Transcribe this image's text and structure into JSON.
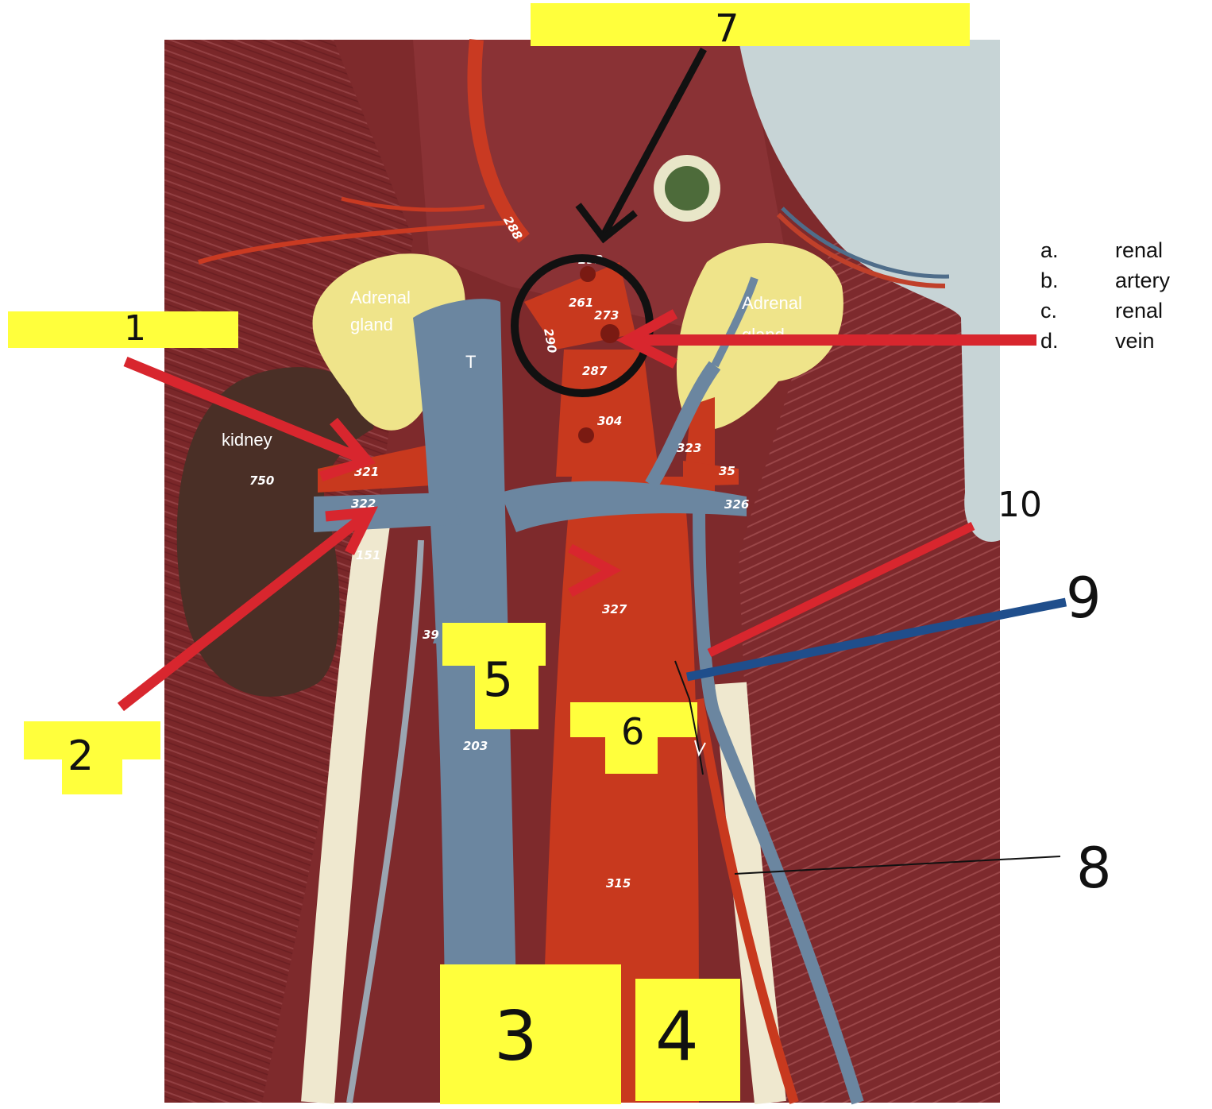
{
  "photo_labels": {
    "adrenal_left": [
      "Adrenal",
      "gland"
    ],
    "adrenal_right": [
      "Adrenal",
      "gland"
    ],
    "kidney": "kidney",
    "T": "T"
  },
  "model_numbers": [
    "288",
    "292",
    "261",
    "273",
    "290",
    "287",
    "304",
    "323",
    "326",
    "35",
    "321",
    "322",
    "750",
    "151",
    "327",
    "203",
    "315",
    "39"
  ],
  "label_tags": [
    "1",
    "2",
    "3",
    "4",
    "5",
    "6",
    "7",
    "8",
    "9",
    "10"
  ],
  "choices": [
    {
      "letter": "a.",
      "word": "renal"
    },
    {
      "letter": "b.",
      "word": "artery"
    },
    {
      "letter": "c.",
      "word": "renal"
    },
    {
      "letter": "d.",
      "word": "vein"
    }
  ],
  "colors": {
    "highlight": "#ffff3c",
    "pointer_red": "#d8262e",
    "pointer_blue": "#1f4e8c",
    "pointer_black": "#111111",
    "muscle": "#7e2a2c",
    "vein_blue": "#6b86a0",
    "artery_red": "#c8391e",
    "adrenal_yellow": "#efe48a",
    "kidney_brown": "#4a2f26",
    "ureter_cream": "#efe8cf"
  }
}
